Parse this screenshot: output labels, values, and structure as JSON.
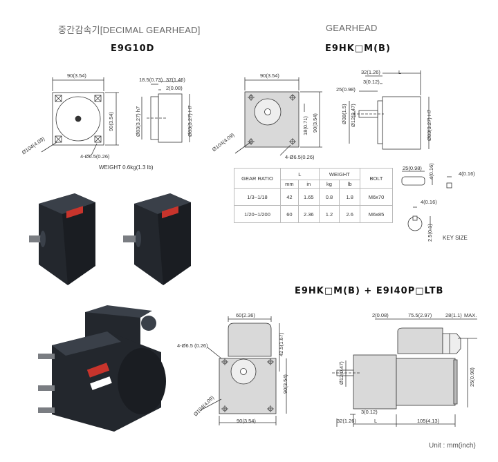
{
  "sections": {
    "left_header": "중간감속기[DECIMAL GEARHEAD]",
    "left_model": "E9G10D",
    "right_header": "GEARHEAD",
    "right_model": "E9HK□M(B)",
    "bottom_model": "E9HK□M(B) + E9I40P□LTB"
  },
  "decimal_drawing": {
    "dims": {
      "width": "90(3.54)",
      "height": "90(3.54)",
      "diag": "Ø104(4.09)",
      "holes": "4-Ø6.5(0.26)",
      "len1": "18.5(0.73)",
      "len2": "37(1.46)",
      "len3": "2(0.08)",
      "pilot1": "Ø83(3.27) h7",
      "pilot2": "Ø83(3.27) H7"
    },
    "weight": "WEIGHT 0.6kg(1.3 lb)"
  },
  "gearhead_drawing": {
    "dims": {
      "width": "90(3.54)",
      "height": "90(3.54)",
      "diag": "Ø104(4.09)",
      "holes": "4-Ø6.5(0.26)",
      "offset": "18(0.71)",
      "l32": "32(1.26)",
      "l3": "3(0.12)",
      "l25": "25(0.98)",
      "L": "L",
      "shaft1": "Ø38(1.5)",
      "shaft2": "Ø12(0.47)",
      "pilot": "Ø83(3.27) H7"
    }
  },
  "gear_table": {
    "headers": {
      "ratio": "GEAR RATIO",
      "L": "L",
      "weight": "WEIGHT",
      "bolt": "BOLT"
    },
    "subheaders": [
      "mm",
      "in",
      "kg",
      "lb"
    ],
    "rows": [
      {
        "ratio": "1/3~1/18",
        "mm": "42",
        "in": "1.65",
        "kg": "0.8",
        "lb": "1.8",
        "bolt": "M6x70"
      },
      {
        "ratio": "1/20~1/200",
        "mm": "60",
        "in": "2.36",
        "kg": "1.2",
        "lb": "2.6",
        "bolt": "M6x85"
      }
    ]
  },
  "key_drawing": {
    "dims": {
      "k25": "25(0.98)",
      "k4a": "4(0.16)",
      "k4b": "4(0.16)",
      "k4c": "4(0.16)",
      "k25b": "2.5(0.1)"
    },
    "label": "KEY SIZE"
  },
  "bottom_front": {
    "dims": {
      "top": "60(2.36)",
      "holes": "4-Ø6.5 (0.26)",
      "h1": "42.5(1.67)",
      "h2": "90(3.54)",
      "diag": "Ø104(4.09)",
      "width": "90(3.54)"
    }
  },
  "bottom_side": {
    "dims": {
      "t1": "2(0.08)",
      "t2": "75.5(2.97)",
      "t3": "28(1.1)",
      "t4": "MAX.",
      "shaft": "Ø12(0.47)",
      "right": "25(0.98)",
      "b1": "32(1.26)",
      "b2": "3(0.12)",
      "b3": "L",
      "b4": "105(4.13)"
    }
  },
  "unit": "Unit : mm(inch)",
  "colors": {
    "body": "#2b2f36",
    "body_dark": "#1c1f24",
    "label_red": "#c8342c",
    "line": "#333333",
    "face": "#d9d9d9"
  }
}
